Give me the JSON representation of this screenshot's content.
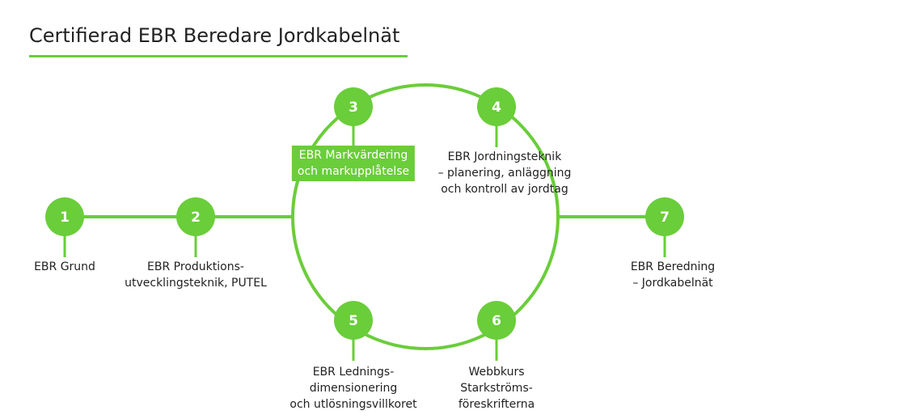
{
  "title": "Certifierad EBR Beredare Jordkabelnät",
  "colors": {
    "accent": "#6acd3a",
    "text": "#222222",
    "background": "#ffffff"
  },
  "steps": [
    {
      "number": "1",
      "label_lines": [
        "EBR Grund"
      ],
      "highlighted": false
    },
    {
      "number": "2",
      "label_lines": [
        "EBR Produktions-",
        "utvecklingsteknik, PUTEL"
      ],
      "highlighted": false
    },
    {
      "number": "3",
      "label_lines": [
        "EBR Markvärdering",
        "och markupplåtelse"
      ],
      "highlighted": true
    },
    {
      "number": "4",
      "label_lines": [
        "EBR Jordningsteknik",
        "– planering, anläggning",
        "och kontroll av jordtag"
      ],
      "highlighted": false
    },
    {
      "number": "5",
      "label_lines": [
        "EBR Lednings-",
        "dimensionering",
        "och utlösningsvillkoret"
      ],
      "highlighted": false
    },
    {
      "number": "6",
      "label_lines": [
        "Webbkurs",
        "Starkströms-",
        "föreskrifterna"
      ],
      "highlighted": false
    },
    {
      "number": "7",
      "label_lines": [
        "EBR Beredning",
        "– Jordkabelnät"
      ],
      "highlighted": false
    }
  ]
}
